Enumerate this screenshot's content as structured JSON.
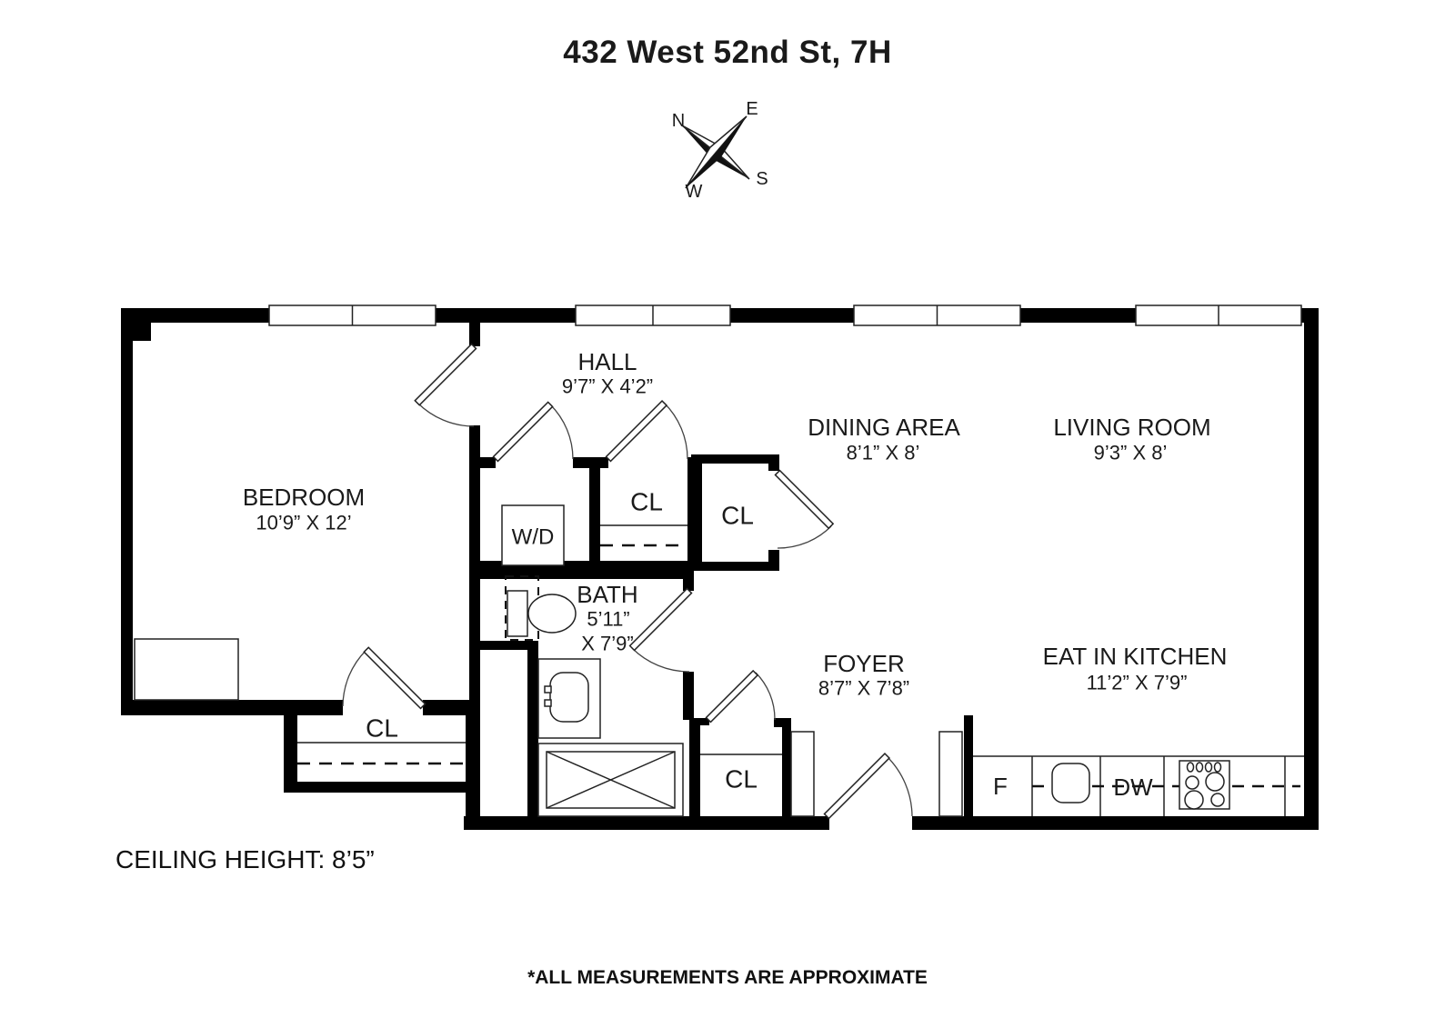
{
  "page": {
    "title": "432 West 52nd St, 7H",
    "ceiling_note": "CEILING HEIGHT: 8’5”",
    "disclaimer": "*ALL MEASUREMENTS ARE APPROXIMATE"
  },
  "compass": {
    "north": "N",
    "east": "E",
    "south": "S",
    "west": "W"
  },
  "rooms": {
    "bedroom": {
      "name": "BEDROOM",
      "dims": "10’9” X 12’"
    },
    "hall": {
      "name": "HALL",
      "dims": "9’7” X 4’2”"
    },
    "dining_area": {
      "name": "DINING AREA",
      "dims": "8’1” X 8’"
    },
    "living_room": {
      "name": "LIVING ROOM",
      "dims": "9’3” X 8’"
    },
    "bath": {
      "name": "BATH",
      "dims_line1": "5’11”",
      "dims_line2": "X 7’9”"
    },
    "foyer": {
      "name": "FOYER",
      "dims": "8’7” X 7’8”"
    },
    "eat_in_kitchen": {
      "name": "EAT IN KITCHEN",
      "dims": "11’2” X 7’9”"
    }
  },
  "fixtures": {
    "closet": "CL",
    "washer_dryer": "W/D",
    "fridge": "F",
    "dishwasher": "DW"
  }
}
